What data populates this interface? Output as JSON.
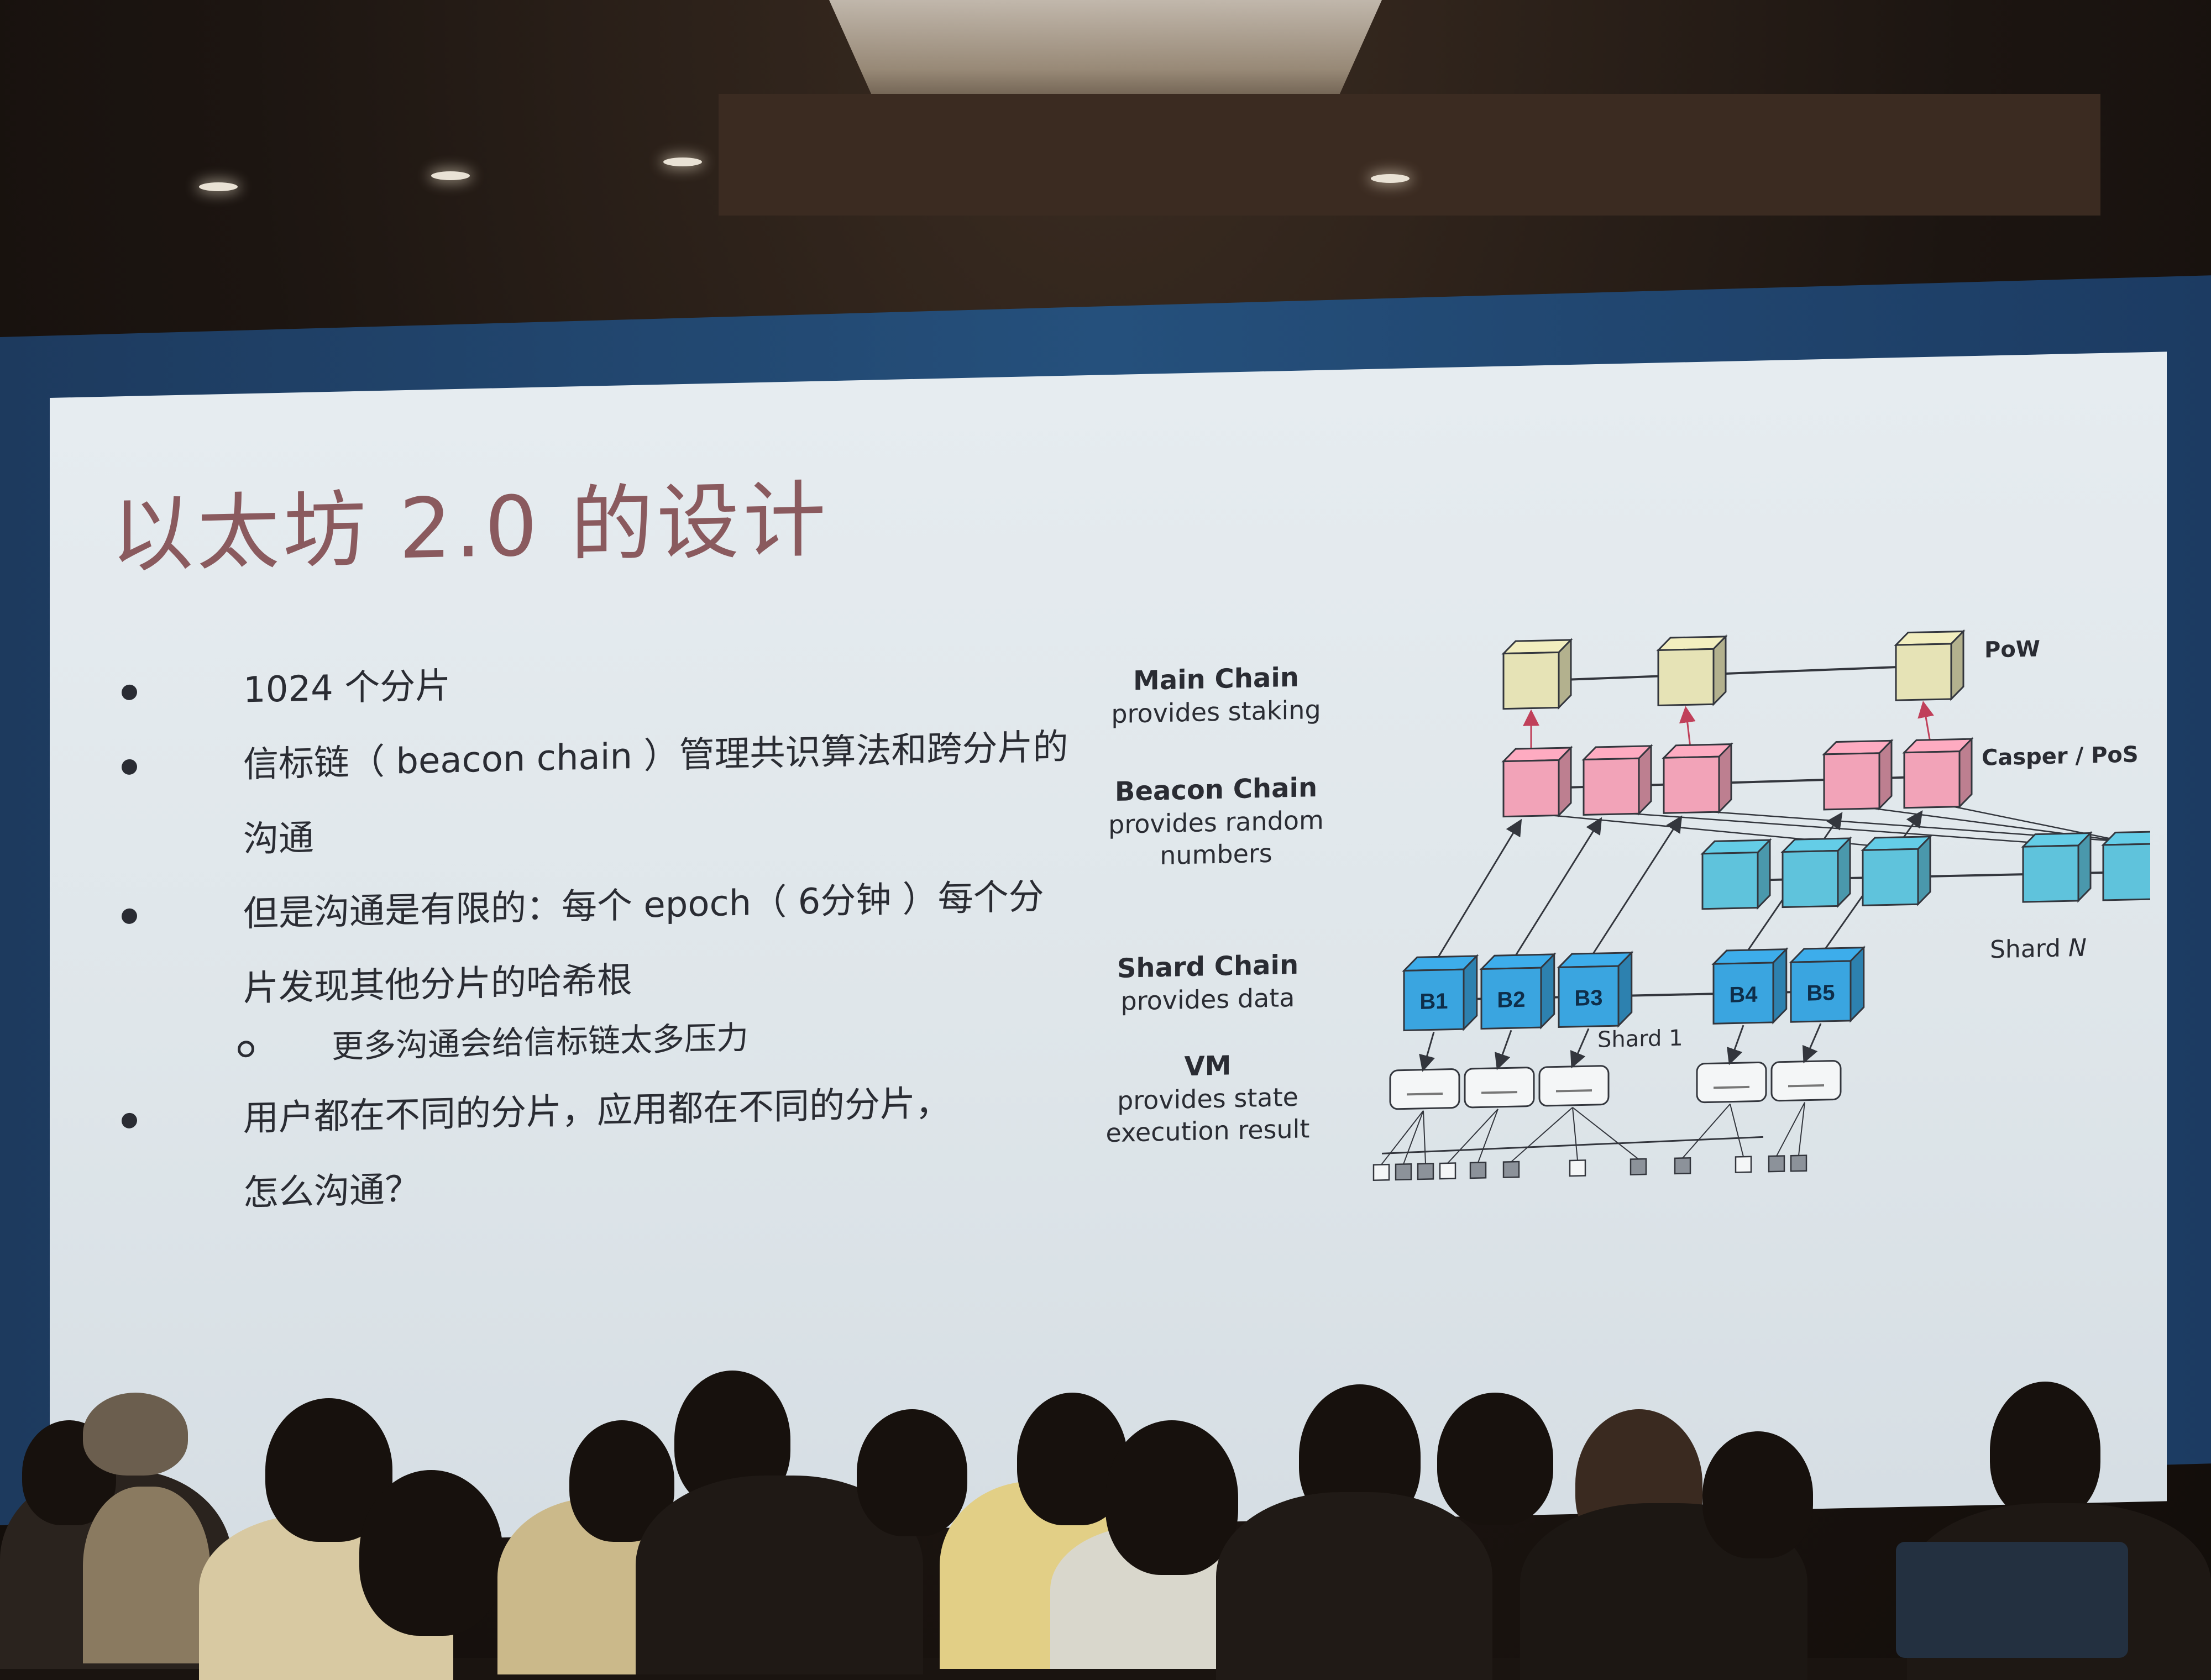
{
  "slide": {
    "title": "以太坊 2.0 的设计",
    "bullets": [
      {
        "lines": [
          "1024 个分片"
        ]
      },
      {
        "lines": [
          "信标链（ beacon chain ）管理共识算法和跨分片的",
          "沟通"
        ]
      },
      {
        "lines": [
          "但是沟通是有限的：每个 epoch（ 6分钟 ）每个分",
          "片发现其他分片的哈希根"
        ],
        "sub": [
          "更多沟通会给信标链太多压力"
        ]
      },
      {
        "lines": [
          "用户都在不同的分片，应用都在不同的分片，",
          "怎么沟通？"
        ]
      }
    ]
  },
  "diagram": {
    "left_labels": [
      {
        "title": "Main Chain",
        "sub": [
          "provides staking"
        ]
      },
      {
        "title": "Beacon Chain",
        "sub": [
          "provides random",
          "numbers"
        ]
      },
      {
        "title": "Shard Chain",
        "sub": [
          "provides data"
        ]
      },
      {
        "title": "VM",
        "sub": [
          "provides state",
          "execution result"
        ]
      }
    ],
    "tier_labels": {
      "pow": "PoW",
      "pos": "Casper / PoS"
    },
    "shard_labels": {
      "shard1": "Shard 1",
      "shardN_prefix": "Shard ",
      "shardN_var": "N"
    },
    "shard_blocks": [
      "B1",
      "B2",
      "B3",
      "B4",
      "B5"
    ],
    "colors": {
      "main_block": "#e6e3b6",
      "beacon_block": "#f2a3b8",
      "shard_block": "#5fc3dc",
      "shard1_block": "#3aa5e0",
      "arrow_red": "#c0405a",
      "line_dark": "#33363d"
    }
  }
}
